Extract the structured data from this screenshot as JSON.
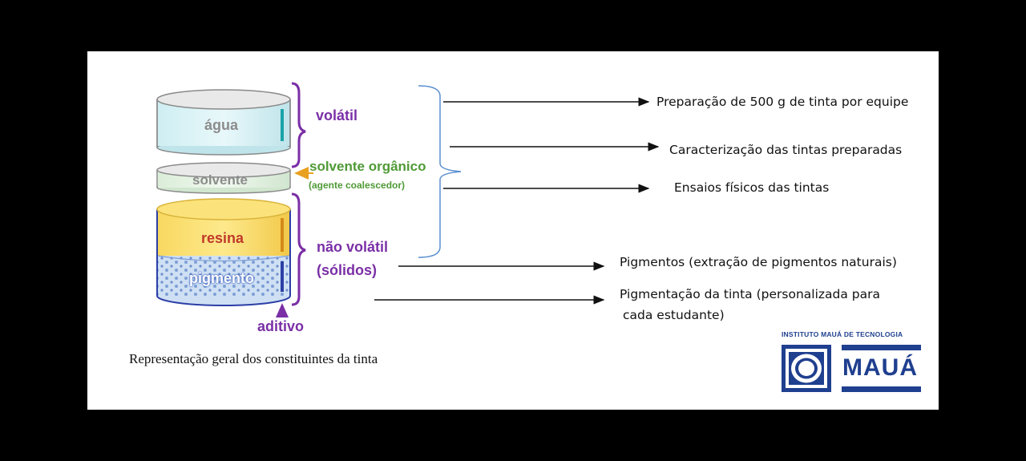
{
  "components": {
    "agua": "água",
    "solvente": "solvente",
    "resina": "resina",
    "pigmento": "pigmento"
  },
  "groups": {
    "volatil": "volátil",
    "solvente_organico": "solvente orgânico",
    "agente_coalescedor": "(agente coalescedor)",
    "nao_volatil": "não volátil",
    "solidos": "(sólidos)",
    "aditivo": "aditivo"
  },
  "activities": {
    "preparacao": "Preparação de 500 g de tinta por equipe",
    "caracterizacao": "Caracterização das tintas preparadas",
    "ensaios": "Ensaios físicos das tintas",
    "pigmentos": "Pigmentos (extração de pigmentos naturais)",
    "pigmentacao_l1": "Pigmentação da tinta (personalizada para",
    "pigmentacao_l2": "cada estudante)"
  },
  "caption": "Representação geral dos constituintes da tinta",
  "logo": {
    "institute": "INSTITUTO MAUÁ DE TECNOLOGIA",
    "name": "MAUÁ"
  },
  "colors": {
    "purple": "#7a2fa6",
    "green": "#4f9a36",
    "brand_blue": "#1f3f8f",
    "bracket_blue": "#5b8fd0",
    "arrow_orange": "#e8a020"
  }
}
